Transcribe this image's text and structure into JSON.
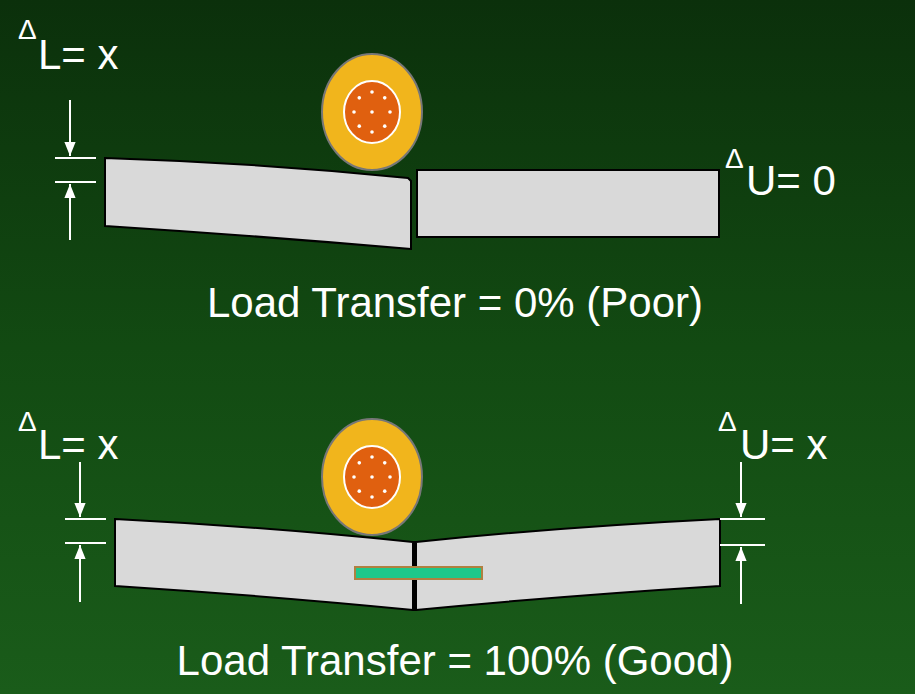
{
  "diagram": {
    "labels": [
      "Δ",
      "L= x",
      "Δ",
      "U= 0",
      "Load Transfer = 0% (Poor)",
      "Δ",
      "L= x",
      "Δ",
      "U= x",
      "Load Transfer = 100% (Good)"
    ]
  }
}
